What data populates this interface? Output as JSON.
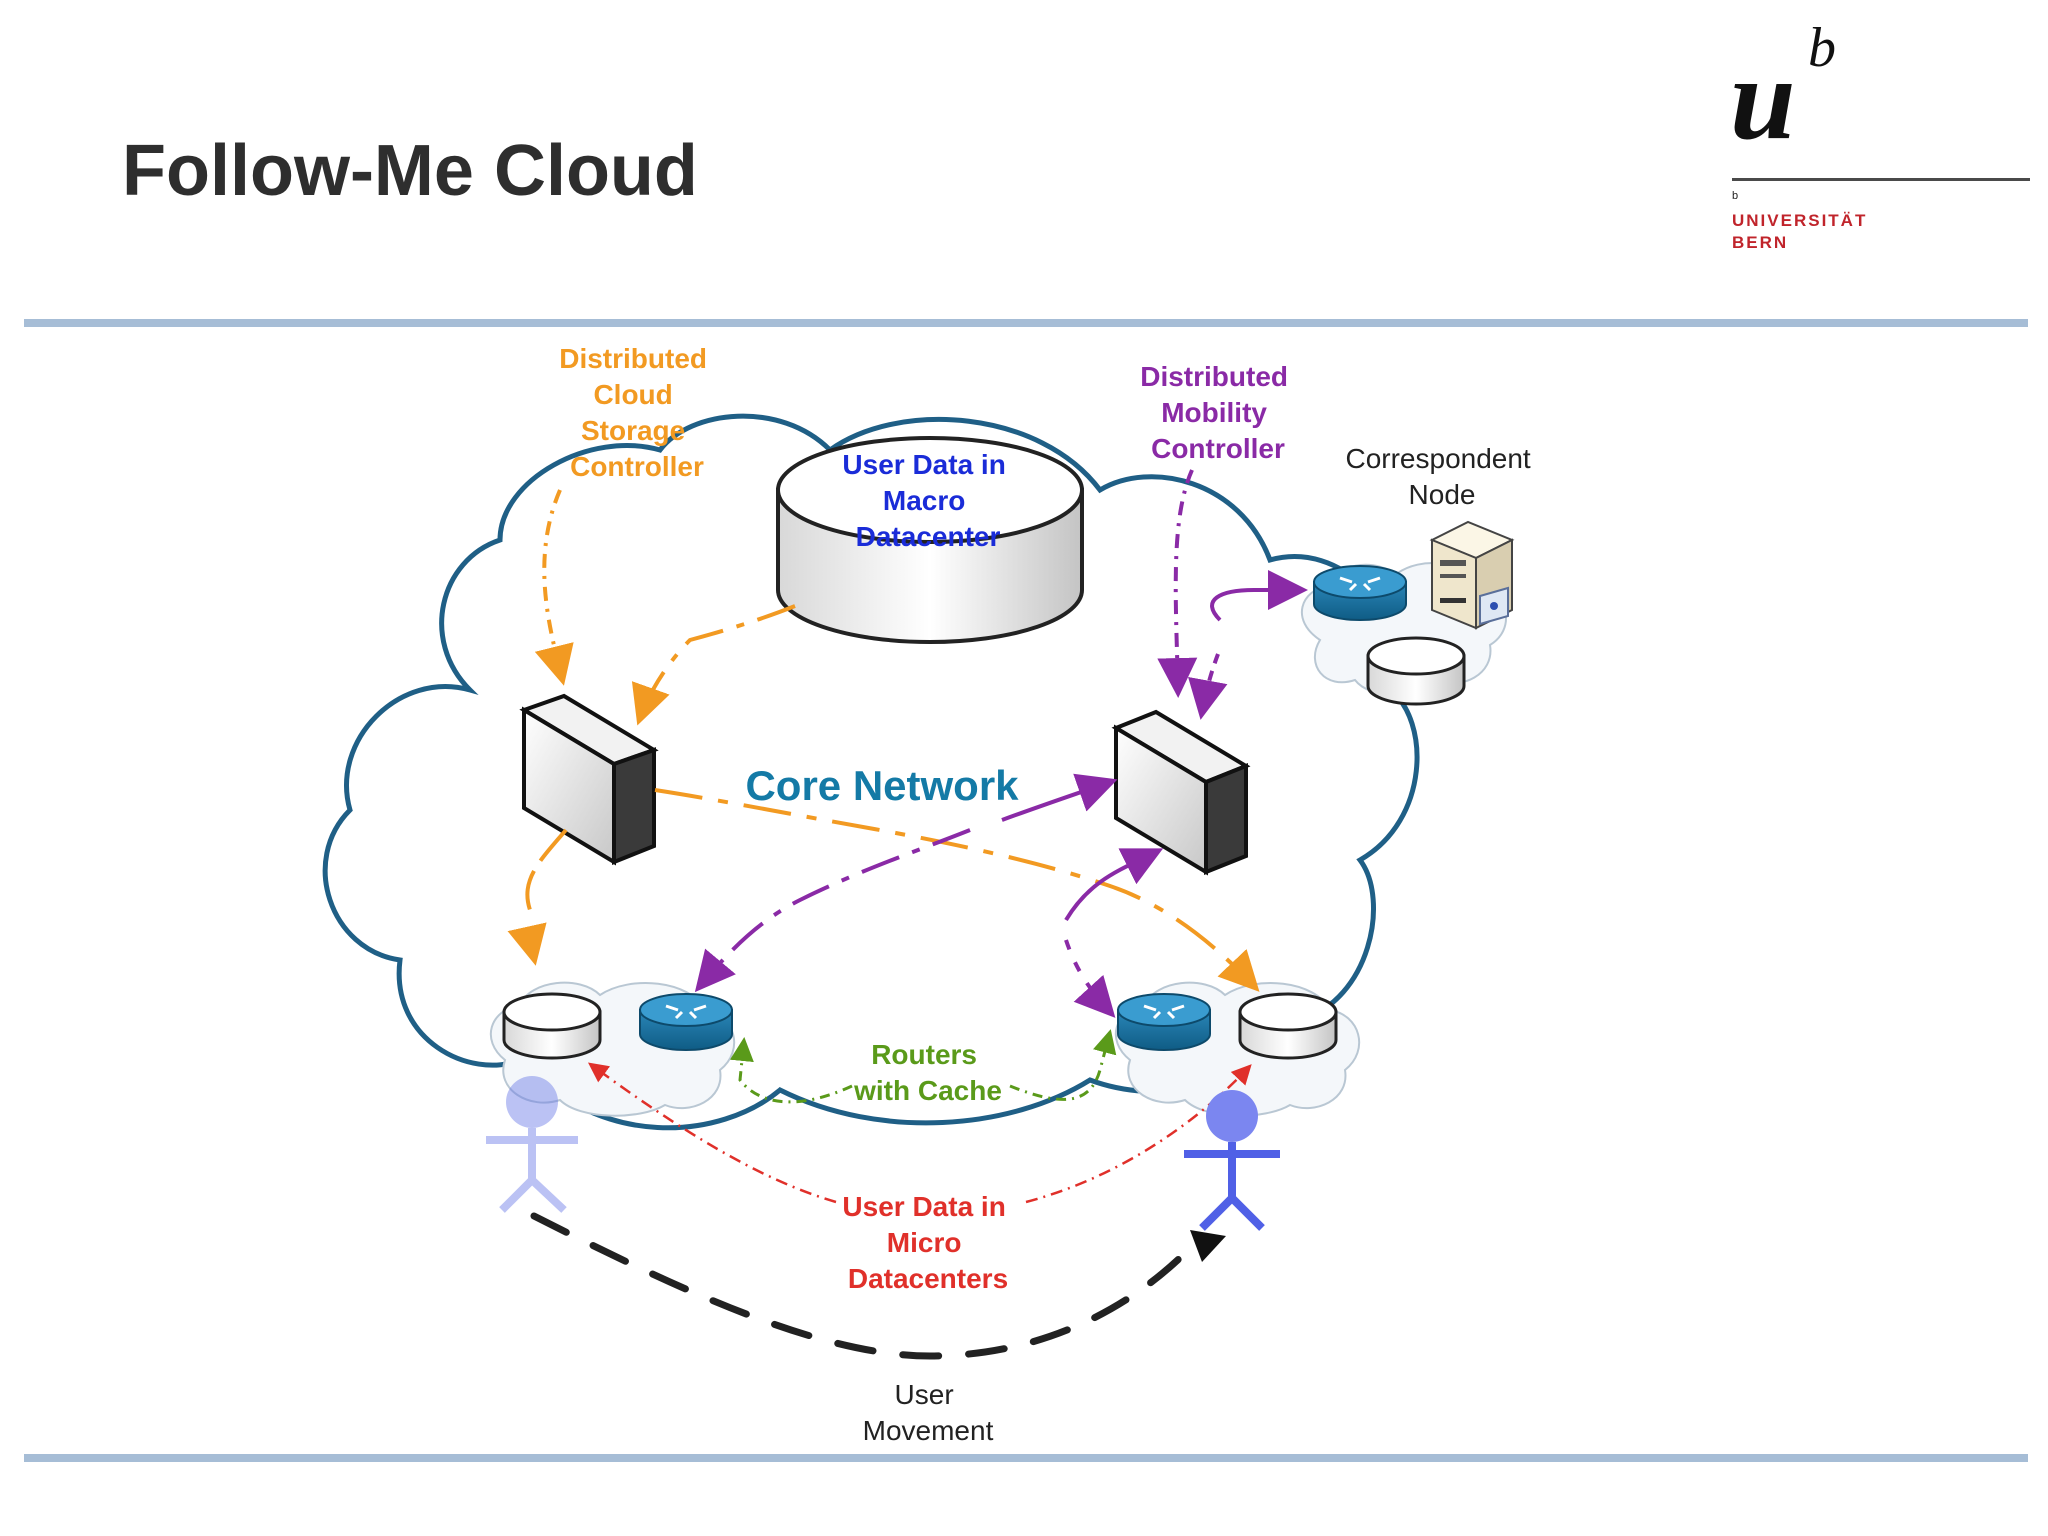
{
  "slide": {
    "title": "Follow-Me Cloud"
  },
  "logo": {
    "letter": "u",
    "superscript": "b",
    "mark": "b",
    "line1": "UNIVERSITÄT",
    "line2": "BERN"
  },
  "diagram": {
    "colors": {
      "storage": "#f29a22",
      "mobility": "#8a2aa6",
      "macro": "#1a2cd8",
      "core": "#147aa6",
      "routers": "#5a9a1a",
      "micro": "#e0302a",
      "movement": "#222222",
      "cloud_outline": "#1f5f86"
    },
    "storage_controller": [
      "Distributed",
      "Cloud",
      "Storage",
      "Controller"
    ],
    "mobility_controller": [
      "Distributed",
      "Mobility",
      "Controller"
    ],
    "correspondent": [
      "Correspondent",
      "Node"
    ],
    "macro_datacenter": [
      "User Data in",
      "Macro",
      "Datacenter"
    ],
    "core_network": "Core Network",
    "routers_cache": [
      "Routers",
      "with Cache"
    ],
    "micro_datacenters": [
      "User Data in",
      "Micro",
      "Datacenters"
    ],
    "user_movement": [
      "User",
      "Movement"
    ]
  }
}
